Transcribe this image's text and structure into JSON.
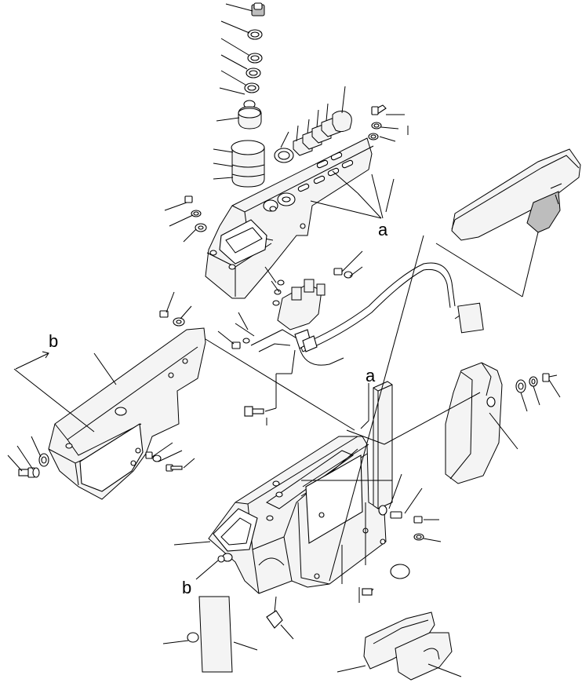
{
  "labels": {
    "a_upper": "a",
    "a_lower": "a",
    "b_left": "b",
    "b_lower": "b"
  }
}
